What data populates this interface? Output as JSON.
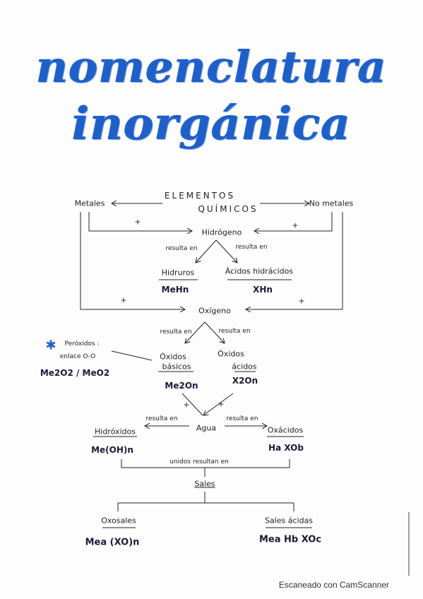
{
  "title": {
    "line1": "nomenclatura",
    "line2": "inorgánica"
  },
  "nodes": {
    "elementos_l1": "ELEMENTOS",
    "elementos_l2": "QUÍMICOS",
    "metales": "Metales",
    "no_metales": "No metales",
    "plus": "+",
    "hidrogeno": "Hidrógeno",
    "resulta_en": "resulta en",
    "hidruros": "Hidruros",
    "hidruros_formula": "MeHn",
    "acidos_hidracidos": "Ácidos hidrácidos",
    "acidos_hidracidos_formula": "XHn",
    "oxigeno": "Oxígeno",
    "peroxidos_l1": "Peróxidos :",
    "peroxidos_l2": "enlace O-O",
    "peroxidos_formula": "Me2O2 / MeO2",
    "oxidos_basicos_l1": "Óxidos",
    "oxidos_basicos_l2": "básicos",
    "oxidos_basicos_formula": "Me2On",
    "oxidos_acidos_l1": "Óxidos",
    "oxidos_acidos_l2": "ácidos",
    "oxidos_acidos_formula": "X2On",
    "agua": "Agua",
    "hidroxidos": "Hidróxidos",
    "hidroxidos_formula": "Me(OH)n",
    "oxacidos": "Oxácidos",
    "oxacidos_formula": "Ha XOb",
    "unidos_resultan_en": "unidos resultan en",
    "sales": "Sales",
    "oxosales": "Oxosales",
    "oxosales_formula": "Mea (XO)n",
    "sales_acidas": "Sales ácidas",
    "sales_acidas_formula": "Mea Hb XOc"
  },
  "footer": "Escaneado con CamScanner",
  "colors": {
    "title": "#1f5fc8",
    "ink": "#222222",
    "star": "#1f5fc8"
  }
}
